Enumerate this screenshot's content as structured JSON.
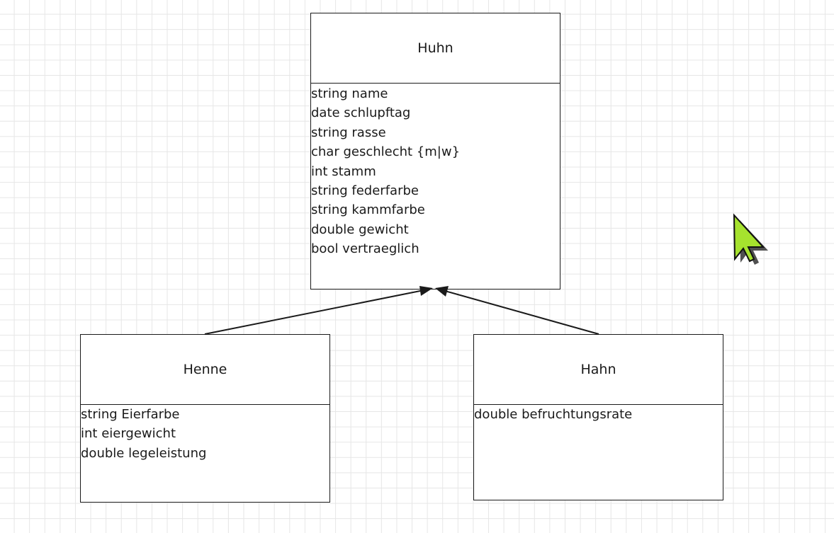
{
  "diagram": {
    "classes": [
      {
        "name": "Huhn",
        "attributes": [
          "string name",
          "date schlupftag",
          "string rasse",
          "char geschlecht {m|w}",
          "int stamm",
          "string federfarbe",
          "string kammfarbe",
          "double gewicht",
          "bool vertraeglich"
        ]
      },
      {
        "name": "Henne",
        "attributes": [
          "string Eierfarbe",
          "int eiergewicht",
          "double legeleistung"
        ]
      },
      {
        "name": "Hahn",
        "attributes": [
          "double befruchtungsrate"
        ]
      }
    ],
    "relations": [
      {
        "type": "inheritance",
        "from": "Henne",
        "to": "Huhn"
      },
      {
        "type": "inheritance",
        "from": "Hahn",
        "to": "Huhn"
      }
    ]
  },
  "cursor": {
    "icon": "mouse-pointer-icon",
    "color": "#a6e22e"
  }
}
